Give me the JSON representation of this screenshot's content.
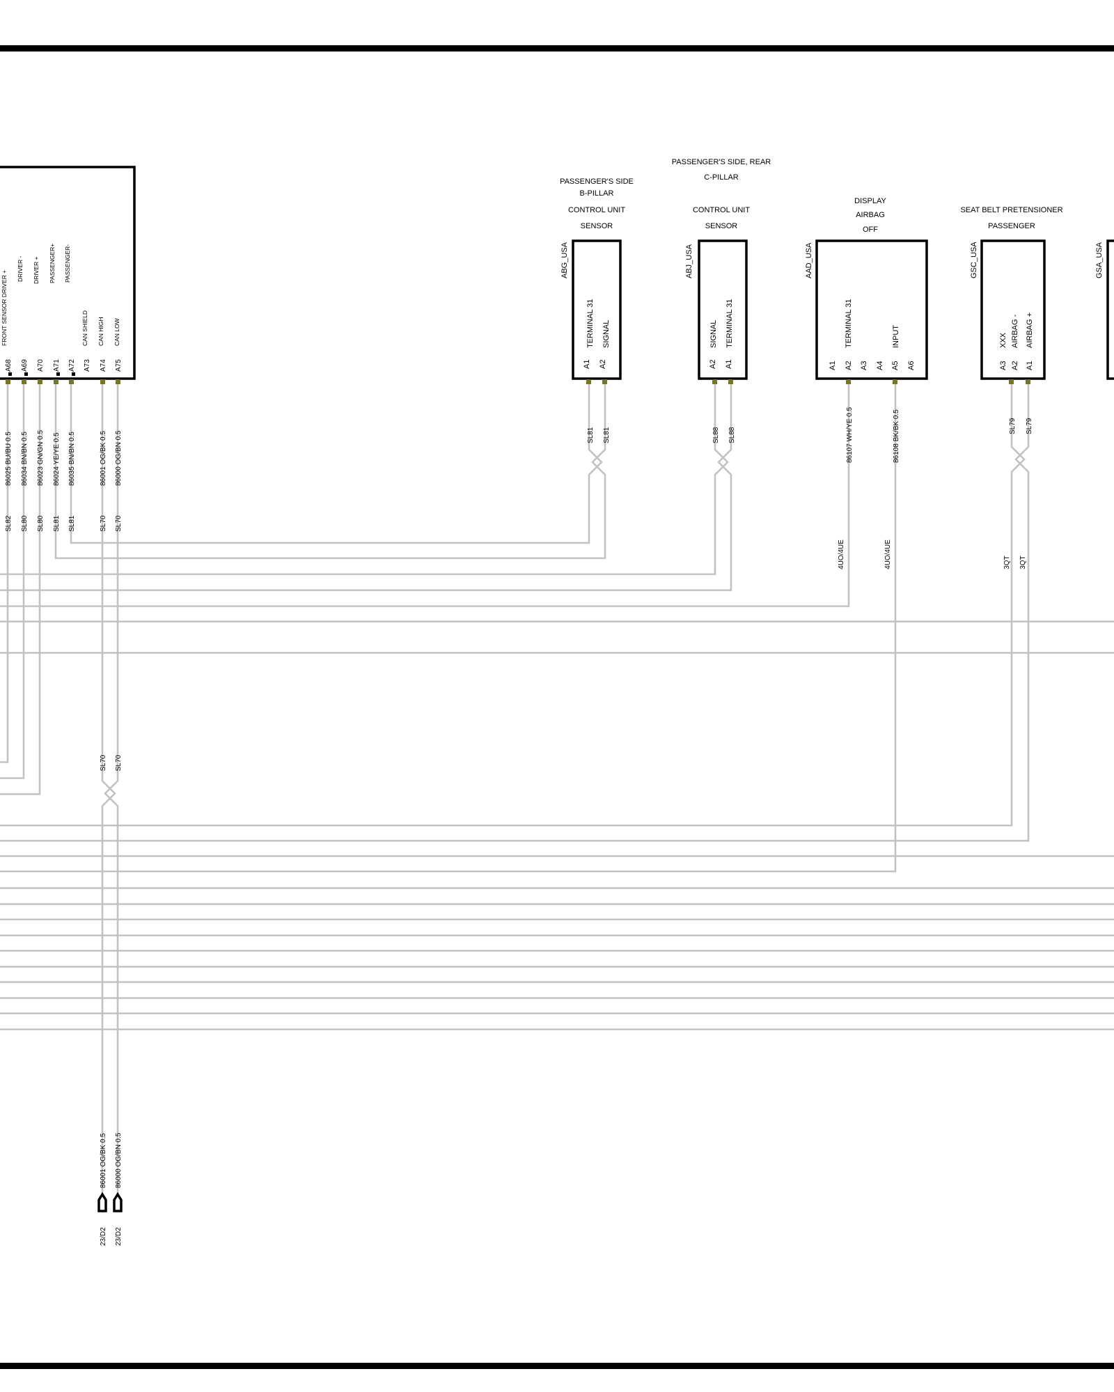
{
  "control_unit": {
    "functions": [
      "FRONT SENSOR DRIVER +",
      "DRIVER -",
      "DRIVER +",
      "PASSENGER+",
      "PASSENGER-",
      "CAN SHIELD",
      "CAN HIGH",
      "CAN LOW"
    ],
    "pins": [
      "A68",
      "A69",
      "A70",
      "A71",
      "A72",
      "A73",
      "A74",
      "A75"
    ],
    "wires": [
      "86025 BU/BU 0.5",
      "86034 BN/BN 0.5",
      "86023 GN/GN 0.5",
      "86024 YE/YE 0.5",
      "86035 BN/BN 0.5",
      "86001 OG/BK 0.5",
      "86000 OG/BN 0.5"
    ],
    "splice_labels": [
      "SL82",
      "SL80",
      "SL80",
      "SL81",
      "SL81",
      "SL70",
      "SL70"
    ],
    "can_splice_labels": [
      "SL70",
      "SL70"
    ],
    "connector_wires": [
      "86001 OG/BK 0.5",
      "86000 OG/BN 0.5"
    ],
    "connector_refs": [
      "23/D2",
      "23/D2"
    ]
  },
  "components": [
    {
      "id": "ABG_USA",
      "title_lines": [
        "PASSENGER'S SIDE",
        "B-PILLAR",
        "CONTROL UNIT",
        "SENSOR"
      ],
      "pins": [
        "A1",
        "A2"
      ],
      "functions": [
        "TERMINAL 31",
        "SIGNAL"
      ],
      "wire_labels": [
        "SL81",
        "SL81"
      ]
    },
    {
      "id": "ABJ_USA",
      "title_lines": [
        "PASSENGER'S SIDE, REAR",
        "C-PILLAR",
        "CONTROL UNIT",
        "SENSOR"
      ],
      "pins": [
        "A2",
        "A1"
      ],
      "functions": [
        "SIGNAL",
        "TERMINAL 31"
      ],
      "wire_labels": [
        "SL88",
        "SL88"
      ]
    },
    {
      "id": "AAD_USA",
      "title_lines": [
        "DISPLAY",
        "AIRBAG",
        "OFF"
      ],
      "pins": [
        "A1",
        "A2",
        "A3",
        "A4",
        "A5",
        "A6"
      ],
      "functions": [
        "TERMINAL 31",
        "INPUT"
      ],
      "wires": [
        "86107 WH/YE 0.5",
        "86108 BK/BK 0.5"
      ],
      "option_codes": [
        "4UO/4UE",
        "4UO/4UE"
      ]
    },
    {
      "id": "GSC_USA",
      "title_lines": [
        "SEAT BELT PRETENSIONER",
        "PASSENGER"
      ],
      "pins": [
        "A3",
        "A2",
        "A1"
      ],
      "functions": [
        "XXX",
        "AIRBAG   -",
        "AIRBAG   +"
      ],
      "wire_labels": [
        "SL79",
        "SL79"
      ],
      "option_codes": [
        "3QT",
        "3QT"
      ]
    },
    {
      "id": "GSA_USA"
    }
  ],
  "colors": {
    "wire": "#c2c2c2",
    "pin": "#7a7522",
    "frame": "#000000"
  }
}
